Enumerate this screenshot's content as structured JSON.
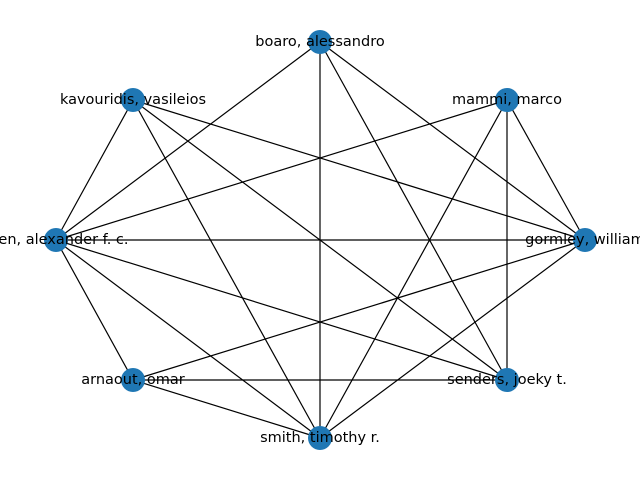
{
  "graph": {
    "node_color": "#1f77b4",
    "edge_color": "#000000",
    "nodes": [
      {
        "id": "boaro",
        "label": "boaro, alessandro"
      },
      {
        "id": "mammi",
        "label": "mammi, marco"
      },
      {
        "id": "gormley",
        "label": "gormley, william"
      },
      {
        "id": "senders",
        "label": "senders, joeky t."
      },
      {
        "id": "smith",
        "label": "smith, timothy r."
      },
      {
        "id": "arnaout",
        "label": "arnaout, omar"
      },
      {
        "id": "zaidi",
        "label": "rgen, alexander f. c."
      },
      {
        "id": "kavouridis",
        "label": "kavouridis, vasileios"
      }
    ],
    "edges": [
      [
        "boaro",
        "zaidi"
      ],
      [
        "boaro",
        "smith"
      ],
      [
        "boaro",
        "senders"
      ],
      [
        "boaro",
        "gormley"
      ],
      [
        "kavouridis",
        "zaidi"
      ],
      [
        "kavouridis",
        "smith"
      ],
      [
        "kavouridis",
        "senders"
      ],
      [
        "kavouridis",
        "gormley"
      ],
      [
        "mammi",
        "zaidi"
      ],
      [
        "mammi",
        "smith"
      ],
      [
        "mammi",
        "senders"
      ],
      [
        "mammi",
        "gormley"
      ],
      [
        "zaidi",
        "gormley"
      ],
      [
        "zaidi",
        "arnaout"
      ],
      [
        "zaidi",
        "smith"
      ],
      [
        "zaidi",
        "senders"
      ],
      [
        "gormley",
        "arnaout"
      ],
      [
        "gormley",
        "smith"
      ],
      [
        "arnaout",
        "senders"
      ],
      [
        "arnaout",
        "smith"
      ]
    ]
  }
}
